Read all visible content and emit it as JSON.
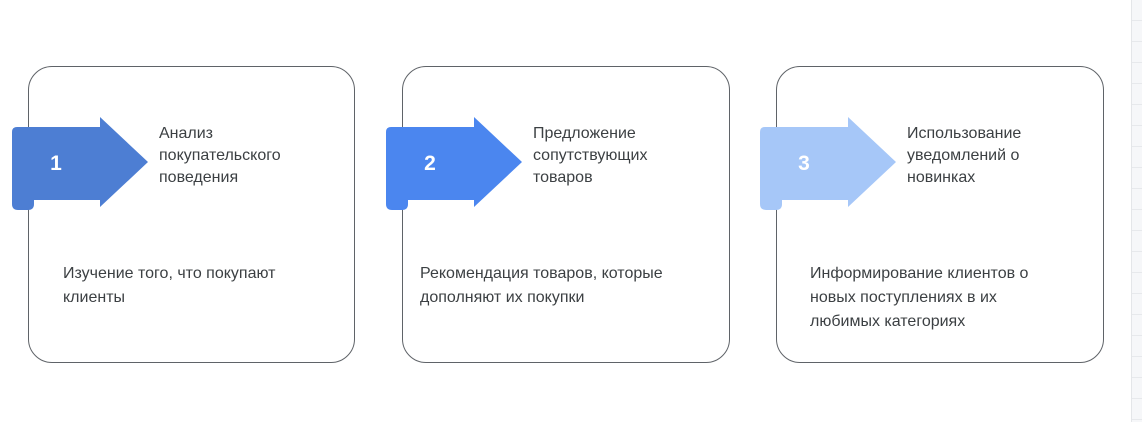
{
  "diagram": {
    "text_color": "#3c4043",
    "card_border_color": "#5f6368",
    "background": "#ffffff"
  },
  "cards": [
    {
      "number": "1",
      "arrow_color": "#4d7ed3",
      "title": "Анализ покупательского поведения",
      "title_lines": [
        "Анализ",
        "покупательского",
        "поведения"
      ],
      "description": "Изучение того, что покупают клиенты",
      "desc_lines": [
        "Изучение того, что покупают",
        "клиенты"
      ]
    },
    {
      "number": "2",
      "arrow_color": "#4b86ef",
      "title": "Предложение сопутствующих товаров",
      "title_lines": [
        "Предложение",
        "сопутствующих",
        "товаров"
      ],
      "description": "Рекомендация товаров, которые дополняют их покупки",
      "desc_lines": [
        "Рекомендация товаров, которые",
        "дополняют их покупки"
      ]
    },
    {
      "number": "3",
      "arrow_color": "#a6c7f8",
      "title": "Использование уведомлений о новинках",
      "title_lines": [
        "Использование",
        "уведомлений о",
        "новинках"
      ],
      "description": "Информирование клиентов о новых поступлениях в их любимых категориях",
      "desc_lines": [
        "Информирование клиентов о",
        "новых поступлениях в их",
        "любимых категориях"
      ]
    }
  ]
}
